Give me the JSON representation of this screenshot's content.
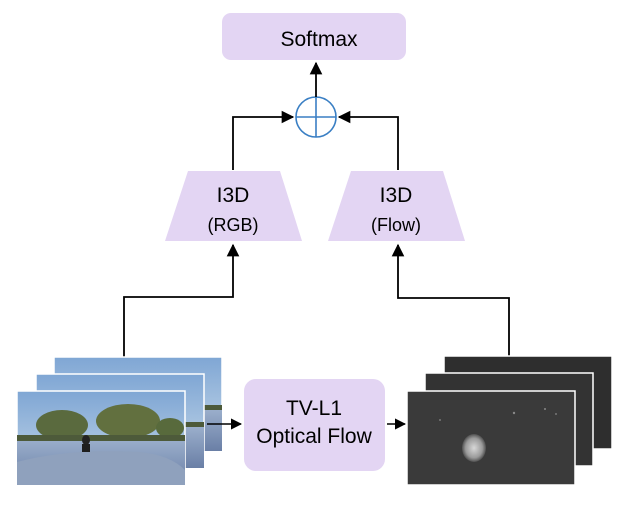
{
  "diagram": {
    "softmax": {
      "label": "Softmax"
    },
    "i3d_rgb": {
      "title": "I3D",
      "subtitle": "(RGB)"
    },
    "i3d_flow": {
      "title": "I3D",
      "subtitle": "(Flow)"
    },
    "tvl1": {
      "line1": "TV-L1",
      "line2": "Optical Flow"
    },
    "rgb_frames": {
      "count": 3
    },
    "flow_frames": {
      "count": 3
    },
    "colors": {
      "box_fill": "#e3d5f3",
      "sum_circle": "#3a7fc4",
      "arrow": "#000000",
      "flow_frame": "#303030",
      "sky": "#9fbedf",
      "ground": "#7e92b3"
    }
  }
}
